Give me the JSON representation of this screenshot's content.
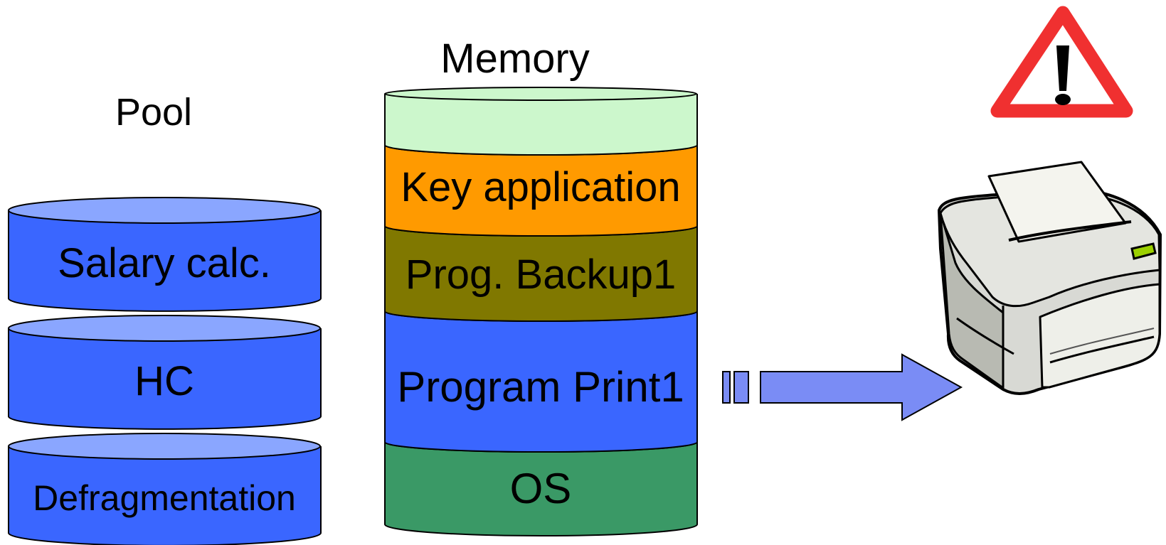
{
  "pool": {
    "title": "Pool",
    "items": [
      {
        "label": "Salary calc."
      },
      {
        "label": "HC"
      },
      {
        "label": "Defragmentation"
      }
    ]
  },
  "memory": {
    "title": "Memory",
    "segments": [
      {
        "label": ""
      },
      {
        "label": "Key application"
      },
      {
        "label": "Prog. Backup1"
      },
      {
        "label": "Program Print1"
      },
      {
        "label": "OS"
      }
    ]
  },
  "icons": {
    "warning": "warning-triangle-icon",
    "printer": "printer-icon",
    "arrow": "arrow-right-icon"
  },
  "colors": {
    "pool_body": "#3a66ff",
    "pool_top": "#8aa6ff",
    "mem_free": "#ccf7cc",
    "mem_key_app": "#ff9a00",
    "mem_backup": "#807800",
    "mem_print": "#3a66ff",
    "mem_os": "#3a9966",
    "arrow": "#7a8cf5",
    "warning": "#f03030",
    "status_led": "#9bd000"
  }
}
